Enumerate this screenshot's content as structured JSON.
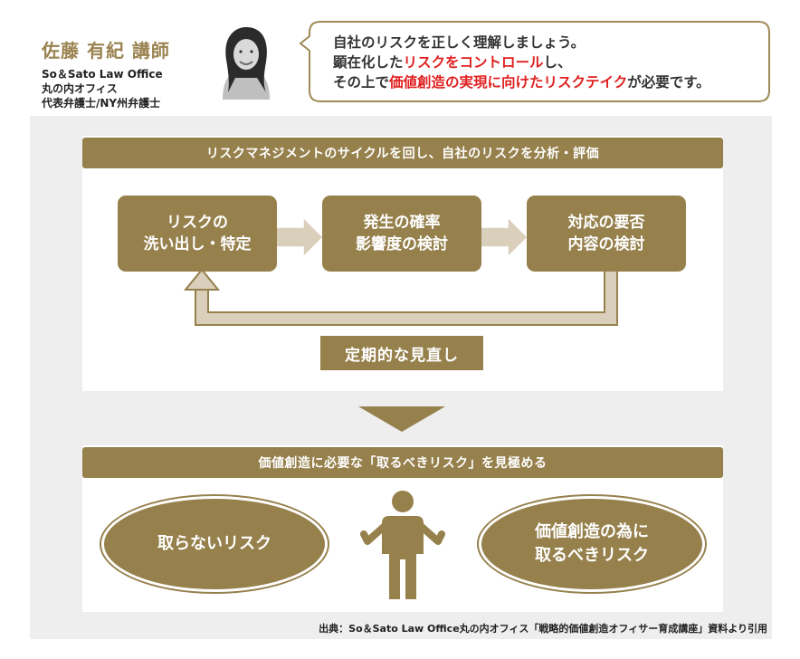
{
  "header": {
    "name": "佐藤 有紀 講師",
    "org_lines": [
      "So＆Sato Law Office",
      "丸の内オフィス",
      "代表弁護士/NY州弁護士"
    ],
    "bubble": {
      "line1": "自社のリスクを正しく理解しましょう。",
      "line2_a": "顕在化した",
      "line2_b": "リスクをコントロール",
      "line2_c": "し、",
      "line3_a": "その上で",
      "line3_b": "価値創造の実現に向けたリスクテイク",
      "line3_c": "が必要です。"
    }
  },
  "cycle": {
    "title": "リスクマネジメントのサイクルを回し、自社のリスクを分析・評価",
    "steps": [
      "リスクの\n洗い出し・特定",
      "発生の確率\n影響度の検討",
      "対応の要否\n内容の検討"
    ],
    "review": "定期的な見直し"
  },
  "selection": {
    "title": "価値創造に必要な「取るべきリスク」を見極める",
    "left": "取らないリスク",
    "right": "価値創造の為に\n取るべきリスク"
  },
  "source": "出典：So＆Sato Law Office丸の内オフィス「戦略的価値創造オフィサー育成講座」資料より引用",
  "colors": {
    "accent": "#96804c",
    "highlight": "#e02020",
    "panel": "#eeeeee",
    "arrow": "#d9cfbb"
  },
  "icons": {
    "portrait": "person-portrait-icon",
    "figure": "person-shrug-icon"
  }
}
